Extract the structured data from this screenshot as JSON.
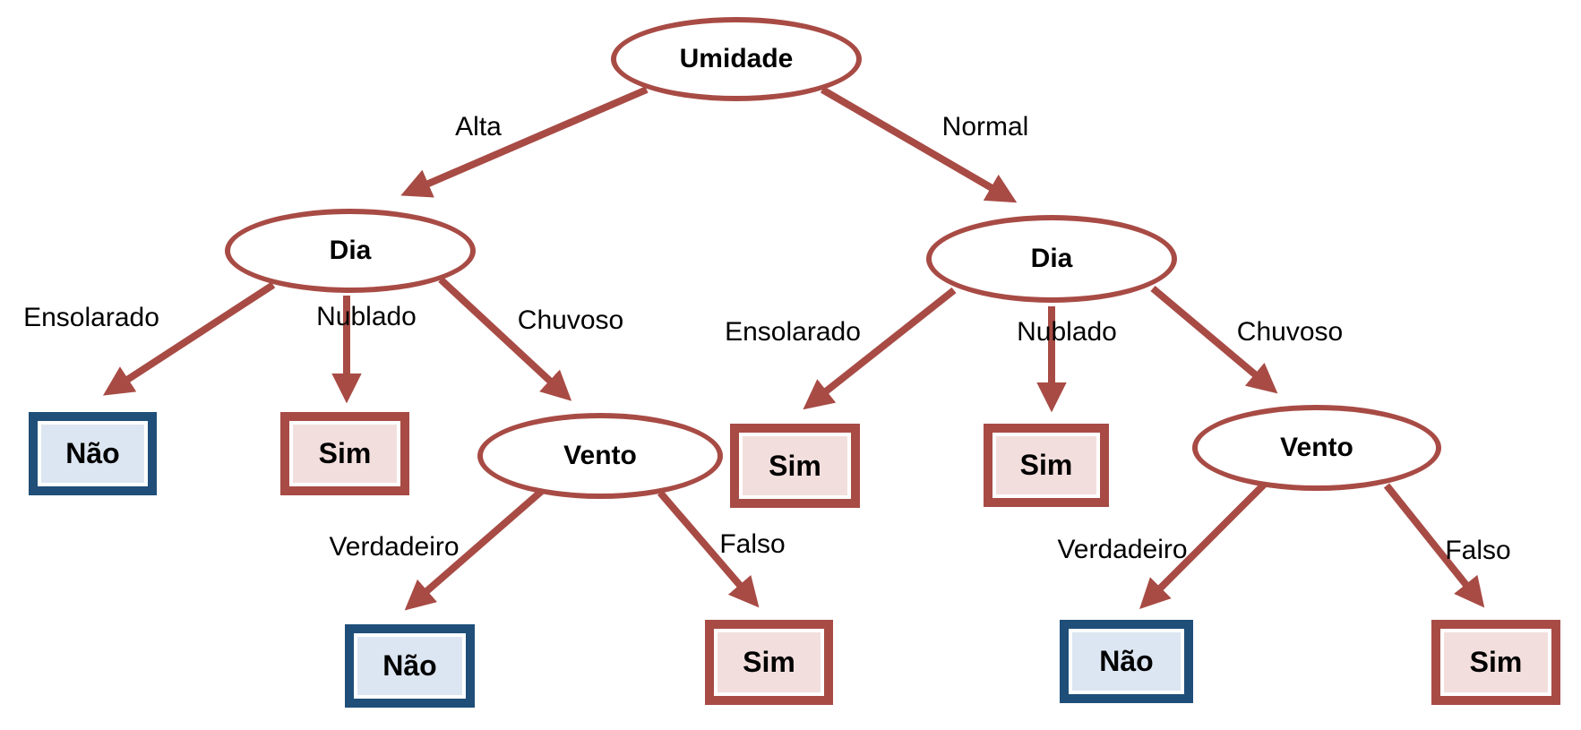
{
  "tree": {
    "type": "decision-tree",
    "language": "pt-BR",
    "root": "Umidade",
    "colors": {
      "node_stroke": "#A84B45",
      "arrow": "#A84B45",
      "leaf_yes_border": "#A84B45",
      "leaf_yes_fill": "#F2DFDD",
      "leaf_no_border": "#1F4E79",
      "leaf_no_fill": "#DCE6F2",
      "text": "#000000",
      "background": "#FFFFFF"
    },
    "nodes": {
      "umidade": {
        "label": "Umidade",
        "type": "decision"
      },
      "dia_left": {
        "label": "Dia",
        "type": "decision"
      },
      "dia_right": {
        "label": "Dia",
        "type": "decision"
      },
      "vento_left": {
        "label": "Vento",
        "type": "decision"
      },
      "vento_right": {
        "label": "Vento",
        "type": "decision"
      },
      "leaf_nao_1": {
        "label": "Não",
        "type": "leaf-no"
      },
      "leaf_sim_1": {
        "label": "Sim",
        "type": "leaf-yes"
      },
      "leaf_nao_2": {
        "label": "Não",
        "type": "leaf-no"
      },
      "leaf_sim_2": {
        "label": "Sim",
        "type": "leaf-yes"
      },
      "leaf_sim_3": {
        "label": "Sim",
        "type": "leaf-yes"
      },
      "leaf_sim_4": {
        "label": "Sim",
        "type": "leaf-yes"
      },
      "leaf_nao_3": {
        "label": "Não",
        "type": "leaf-no"
      },
      "leaf_sim_5": {
        "label": "Sim",
        "type": "leaf-yes"
      }
    },
    "edges": [
      {
        "from": "umidade",
        "to": "dia_left",
        "label": "Alta"
      },
      {
        "from": "umidade",
        "to": "dia_right",
        "label": "Normal"
      },
      {
        "from": "dia_left",
        "to": "leaf_nao_1",
        "label": "Ensolarado"
      },
      {
        "from": "dia_left",
        "to": "leaf_sim_1",
        "label": "Nublado"
      },
      {
        "from": "dia_left",
        "to": "vento_left",
        "label": "Chuvoso"
      },
      {
        "from": "vento_left",
        "to": "leaf_nao_2",
        "label": "Verdadeiro"
      },
      {
        "from": "vento_left",
        "to": "leaf_sim_2",
        "label": "Falso"
      },
      {
        "from": "dia_right",
        "to": "leaf_sim_3",
        "label": "Ensolarado"
      },
      {
        "from": "dia_right",
        "to": "leaf_sim_4",
        "label": "Nublado"
      },
      {
        "from": "dia_right",
        "to": "vento_right",
        "label": "Chuvoso"
      },
      {
        "from": "vento_right",
        "to": "leaf_nao_3",
        "label": "Verdadeiro"
      },
      {
        "from": "vento_right",
        "to": "leaf_sim_5",
        "label": "Falso"
      }
    ]
  }
}
